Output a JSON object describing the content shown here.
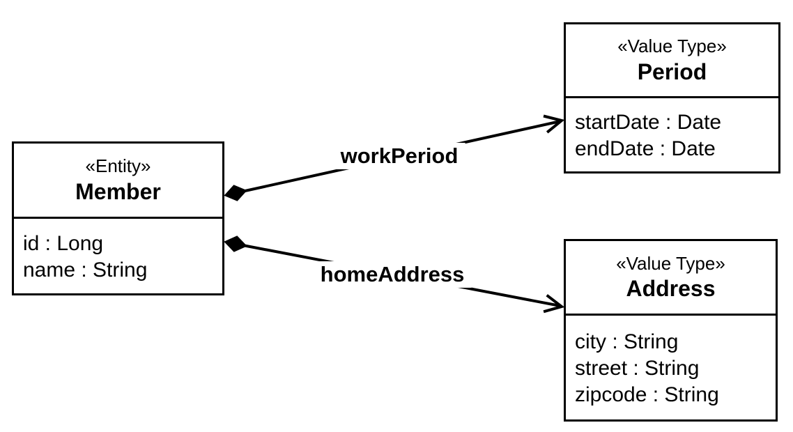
{
  "diagram": {
    "type": "uml-class-diagram",
    "background_color": "#ffffff",
    "line_color": "#000000",
    "classes": [
      {
        "id": "member",
        "stereotype": "«Entity»",
        "name": "Member",
        "attributes": [
          "id : Long",
          "name : String"
        ]
      },
      {
        "id": "period",
        "stereotype": "«Value Type»",
        "name": "Period",
        "attributes": [
          "startDate : Date",
          "endDate : Date"
        ]
      },
      {
        "id": "address",
        "stereotype": "«Value Type»",
        "name": "Address",
        "attributes": [
          "city : String",
          "street : String",
          "zipcode : String"
        ]
      }
    ],
    "relationships": [
      {
        "label": "workPeriod",
        "from": "Member",
        "to": "Period",
        "type": "composition",
        "diamond_end": "Member",
        "arrow_end": "Period"
      },
      {
        "label": "homeAddress",
        "from": "Member",
        "to": "Address",
        "type": "composition",
        "diamond_end": "Member",
        "arrow_end": "Address"
      }
    ]
  }
}
